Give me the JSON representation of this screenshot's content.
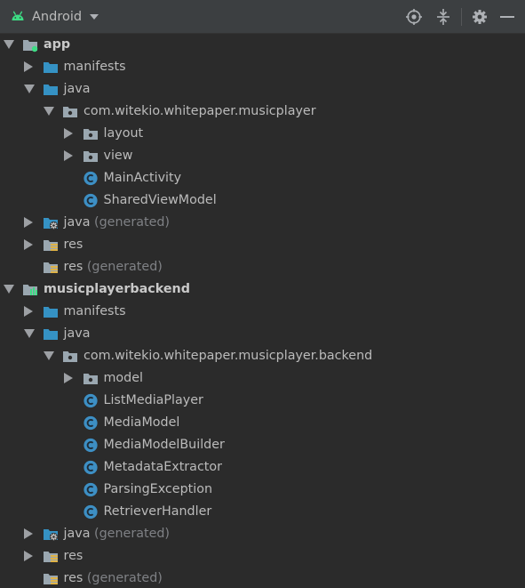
{
  "toolbar": {
    "view_label": "Android",
    "icons": [
      "android-icon",
      "chevron-down-icon",
      "locate-icon",
      "collapse-all-icon",
      "gear-icon",
      "minimize-icon"
    ]
  },
  "tree": [
    {
      "label": "app",
      "suffix": "",
      "icon": "module-folder-icon",
      "expanded": true
    },
    {
      "label": "manifests",
      "suffix": "",
      "icon": "folder-icon",
      "expanded": false
    },
    {
      "label": "java",
      "suffix": "",
      "icon": "folder-icon",
      "expanded": true
    },
    {
      "label": "com.witekio.whitepaper.musicplayer",
      "suffix": "",
      "icon": "package-icon",
      "expanded": true
    },
    {
      "label": "layout",
      "suffix": "",
      "icon": "package-icon",
      "expanded": false
    },
    {
      "label": "view",
      "suffix": "",
      "icon": "package-icon",
      "expanded": false
    },
    {
      "label": "MainActivity",
      "suffix": "",
      "icon": "class-icon"
    },
    {
      "label": "SharedViewModel",
      "suffix": "",
      "icon": "class-icon"
    },
    {
      "label": "java",
      "suffix": " (generated)",
      "icon": "generated-folder-icon",
      "expanded": false
    },
    {
      "label": "res",
      "suffix": "",
      "icon": "resource-folder-icon",
      "expanded": false
    },
    {
      "label": "res",
      "suffix": " (generated)",
      "icon": "resource-folder-icon"
    },
    {
      "label": "musicplayerbackend",
      "suffix": "",
      "icon": "library-module-icon",
      "expanded": true
    },
    {
      "label": "manifests",
      "suffix": "",
      "icon": "folder-icon",
      "expanded": false
    },
    {
      "label": "java",
      "suffix": "",
      "icon": "folder-icon",
      "expanded": true
    },
    {
      "label": "com.witekio.whitepaper.musicplayer.backend",
      "suffix": "",
      "icon": "package-icon",
      "expanded": true
    },
    {
      "label": "model",
      "suffix": "",
      "icon": "package-icon",
      "expanded": false
    },
    {
      "label": "ListMediaPlayer",
      "suffix": "",
      "icon": "class-icon"
    },
    {
      "label": "MediaModel",
      "suffix": "",
      "icon": "class-icon"
    },
    {
      "label": "MediaModelBuilder",
      "suffix": "",
      "icon": "class-icon"
    },
    {
      "label": "MetadataExtractor",
      "suffix": "",
      "icon": "class-icon"
    },
    {
      "label": "ParsingException",
      "suffix": "",
      "icon": "class-icon"
    },
    {
      "label": "RetrieverHandler",
      "suffix": "",
      "icon": "class-icon"
    },
    {
      "label": "java",
      "suffix": " (generated)",
      "icon": "generated-folder-icon",
      "expanded": false
    },
    {
      "label": "res",
      "suffix": "",
      "icon": "resource-folder-icon",
      "expanded": false
    },
    {
      "label": "res",
      "suffix": " (generated)",
      "icon": "resource-folder-icon"
    }
  ],
  "colors": {
    "android_green": "#3ddc84",
    "folder_blue": "#3592c4",
    "package_gray": "#9aa7b0",
    "class_blue": "#3d8fc4",
    "text": "#bbbbbb",
    "muted_text": "#7f8185",
    "background": "#2b2b2b",
    "toolbar": "#3c3f41"
  }
}
